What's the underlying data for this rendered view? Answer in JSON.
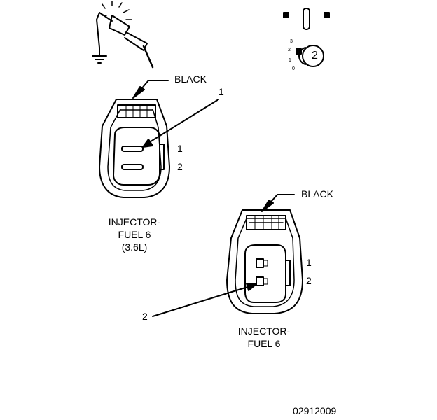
{
  "connector_1": {
    "wire_color": "BLACK",
    "callout": "1",
    "pins": [
      "1",
      "2"
    ],
    "caption_lines": [
      "INJECTOR-",
      "FUEL 6",
      "(3.6L)"
    ]
  },
  "connector_2": {
    "wire_color": "BLACK",
    "callout": "2",
    "pins": [
      "1",
      "2"
    ],
    "caption_lines": [
      "INJECTOR-",
      "FUEL 6"
    ]
  },
  "switch_diagram": {
    "positions": [
      "3",
      "2",
      "1",
      "0"
    ],
    "selected": "2"
  },
  "icons": [
    "test-probe-icon",
    "ground-icon",
    "ignition-switch-icon"
  ],
  "figure_id": "02912009"
}
